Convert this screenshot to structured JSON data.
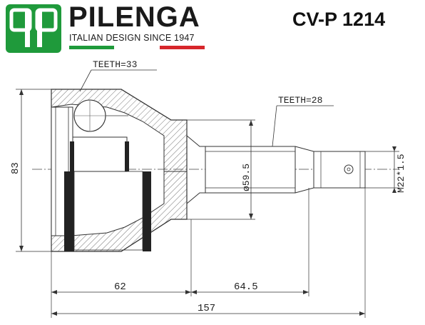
{
  "header": {
    "brand": "PILENGA",
    "tagline": "ITALIAN DESIGN SINCE 1947",
    "part_number": "CV-P 1214",
    "logo_glyph": "qp",
    "colors": {
      "brand_green": "#1f9a3b",
      "flag_green": "#1f9a3b",
      "flag_white": "#ffffff",
      "flag_red": "#d7262b"
    }
  },
  "drawing": {
    "teeth_outer": "TEETH=33",
    "teeth_inner": "TEETH=28",
    "diameter": "ø59.5",
    "thread": "M22*1.5",
    "height": "83",
    "length_body": "62",
    "length_shaft": "64.5",
    "length_total": "157"
  }
}
